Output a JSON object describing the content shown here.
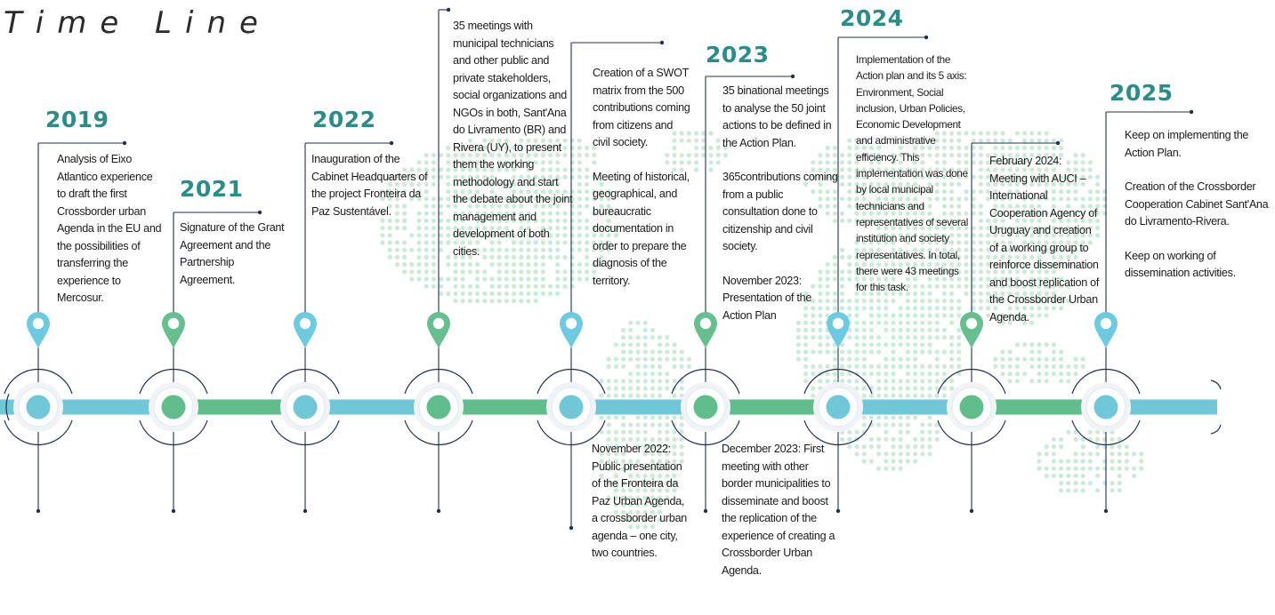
{
  "title": "Time Line",
  "colors": {
    "teal_year": "#2a8d88",
    "band_blue": "#70c7d8",
    "band_green": "#5fbe8c",
    "pin_blue": "#6ccbe0",
    "pin_green": "#66bf8e",
    "map_dots": "#ccead9",
    "guide_lines": "#24304a"
  },
  "milestones": [
    {
      "year": "2019",
      "color": "blue",
      "items": [
        "Analysis of Eixo Atlantico experience to draft the first Crossborder urban Agenda in the EU and the possibilities of transferring the experience to Mercosur."
      ],
      "below_items": []
    },
    {
      "year": "2021",
      "color": "green",
      "items": [
        "Signature of the Grant Agreement and the Partnership Agreement."
      ],
      "below_items": []
    },
    {
      "year": "2022",
      "color": "blue",
      "items": [
        "Inauguration of the Cabinet Headquarters of the project Fronteira da Paz Sustentável."
      ],
      "below_items": []
    },
    {
      "year": "",
      "color": "green",
      "items": [
        "35 meetings with municipal technicians and other public and private stakeholders, social organizations and NGOs in both, Sant'Ana do Livramento (BR) and Rivera (UY), to present them the working methodology and start the debate about the joint management and development of both cities."
      ],
      "below_items": []
    },
    {
      "year": "",
      "color": "blue",
      "items": [
        "Creation of a SWOT matrix from the 500 contributions coming from citizens and civil society.",
        "Meeting of historical, geographical, and bureaucratic documentation in order to prepare the diagnosis of the territory."
      ],
      "below_items": [
        "November 2022: Public presentation of the Fronteira da Paz Urban Agenda, a crossborder urban agenda – one city, two countries."
      ]
    },
    {
      "year": "2023",
      "color": "green",
      "items": [
        "35 binational meetings to analyse the 50 joint actions to be defined in the Action Plan.",
        "365contributions coming from a public consultation done to citizenship and civil society.",
        "November 2023: Presentation of the Action Plan"
      ],
      "below_items": [
        "December 2023: First meeting with other border municipalities to disseminate and boost the replication of the experience of creating a Crossborder Urban Agenda."
      ]
    },
    {
      "year": "2024",
      "color": "blue",
      "items": [
        "Implementation of the Action plan and its 5 axis: Environment, Social inclusion, Urban Policies, Economic Development and administrative efficiency. This implementation was done by local municipal technicians and representatives of several institution and society representatives. In total, there were 43 meetings for this task."
      ],
      "below_items": []
    },
    {
      "year": "",
      "color": "green",
      "items": [
        "February 2024: Meeting with AUCI – International Cooperation Agency of Uruguay and creation of a working group to reinforce dissemination and boost replication of the Crossborder Urban Agenda."
      ],
      "below_items": []
    },
    {
      "year": "2025",
      "color": "blue",
      "items": [
        "Keep on implementing the Action Plan.",
        "Creation of the Crossborder Cooperation Cabinet Sant'Ana do Livramento-Rivera.",
        "Keep on working of dissemination activities."
      ],
      "below_items": []
    }
  ]
}
